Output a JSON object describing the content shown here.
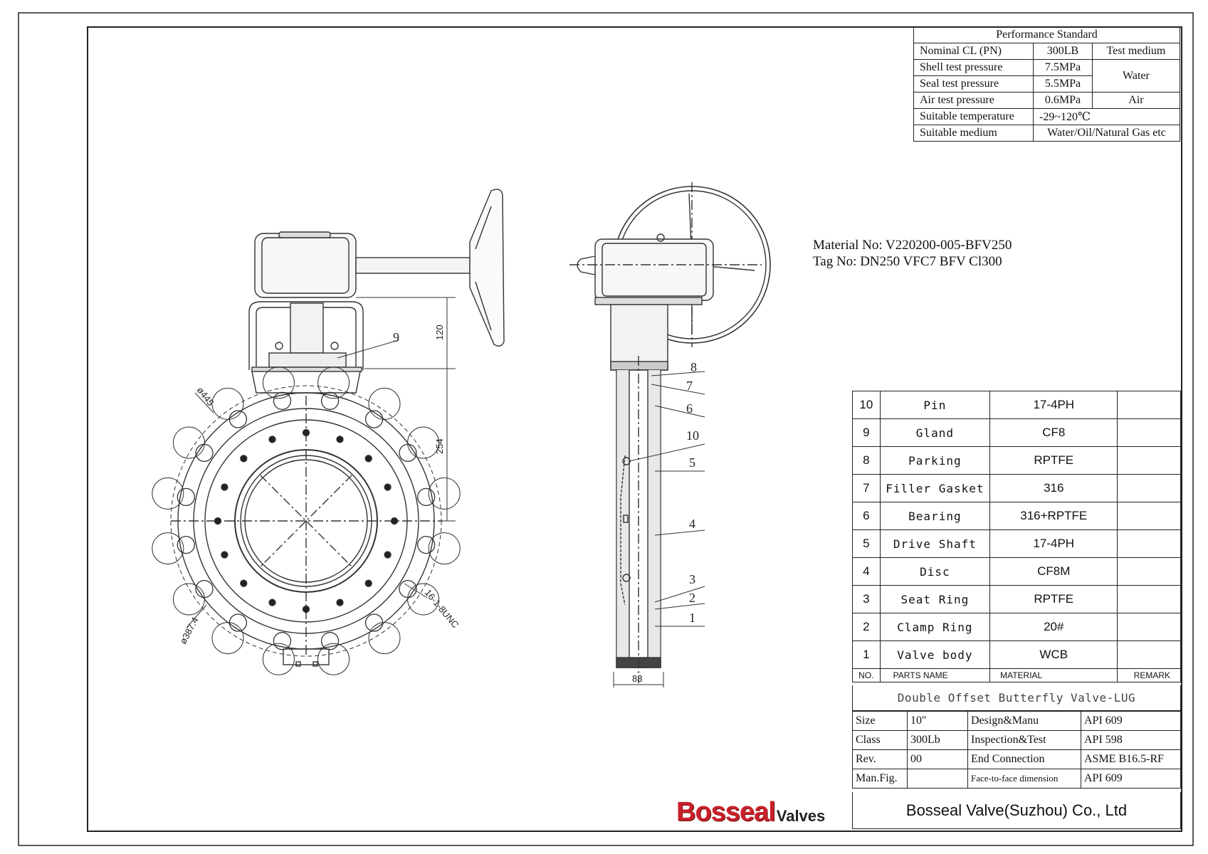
{
  "performance_standard": {
    "title": "Performance Standard",
    "nominal_label": "Nominal CL (PN)",
    "nominal_value": "300LB",
    "test_medium_label": "Test medium",
    "shell_label": "Shell test pressure",
    "shell_value": "7.5MPa",
    "seal_label": "Seal test pressure",
    "seal_value": "5.5MPa",
    "water_medium": "Water",
    "air_label": "Air test pressure",
    "air_value": "0.6MPa",
    "air_medium": "Air",
    "temp_label": "Suitable temperature",
    "temp_value": "-29~120℃",
    "medium_label": "Suitable medium",
    "medium_value": "Water/Oil/Natural Gas etc"
  },
  "material_info": {
    "material_no": "Material No: V220200-005-BFV250",
    "tag_no": "Tag No: DN250 VFC7 BFV Cl300"
  },
  "drawing_labels": {
    "dim_120": "120",
    "dim_254": "254",
    "dim_445": "ø445",
    "dim_387": "ø387.4",
    "dim_bolts": "16-1-8UNC",
    "dim_83": "83",
    "callout_9": "9",
    "callout_8": "8",
    "callout_7": "7",
    "callout_6": "6",
    "callout_10": "10",
    "callout_5": "5",
    "callout_4": "4",
    "callout_3": "3",
    "callout_2": "2",
    "callout_1": "1"
  },
  "parts": [
    {
      "no": "10",
      "name": "Pin",
      "material": "17-4PH"
    },
    {
      "no": "9",
      "name": "Gland",
      "material": "CF8"
    },
    {
      "no": "8",
      "name": "Parking",
      "material": "RPTFE"
    },
    {
      "no": "7",
      "name": "Filler Gasket",
      "material": "316"
    },
    {
      "no": "6",
      "name": "Bearing",
      "material": "316+RPTFE"
    },
    {
      "no": "5",
      "name": "Drive Shaft",
      "material": "17-4PH"
    },
    {
      "no": "4",
      "name": "Disc",
      "material": "CF8M"
    },
    {
      "no": "3",
      "name": "Seat Ring",
      "material": "RPTFE"
    },
    {
      "no": "2",
      "name": "Clamp Ring",
      "material": "20#"
    },
    {
      "no": "1",
      "name": "Valve body",
      "material": "WCB"
    }
  ],
  "parts_header": {
    "no": "NO.",
    "name": "PARTS NAME",
    "material": "MATERIAL",
    "remark": "REMARK"
  },
  "title": "Double Offset Butterfly Valve-LUG",
  "spec": {
    "size_label": "Size",
    "size_value": "10\"",
    "class_label": "Class",
    "class_value": "300Lb",
    "rev_label": "Rev.",
    "rev_value": "00",
    "manfig_label": "Man.Fig.",
    "manfig_value": "",
    "design_label": "Design&Manu",
    "design_value": "API 609",
    "inspection_label": "Inspection&Test",
    "inspection_value": "API 598",
    "end_label": "End Connection",
    "end_value": "ASME B16.5-RF",
    "f2f_label": "Face-to-face dimension",
    "f2f_value": "API 609"
  },
  "logo": {
    "brand": "Bosseal",
    "suffix": "Valves",
    "brand_color": "#c8202a"
  },
  "company": "Bosseal Valve(Suzhou) Co., Ltd"
}
